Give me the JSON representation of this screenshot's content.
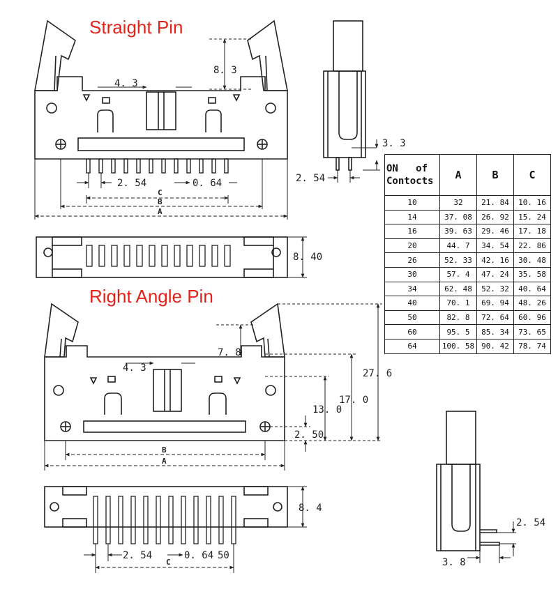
{
  "titles": {
    "straight": "Straight Pin",
    "right_angle": "Right Angle Pin"
  },
  "straight_dims": {
    "d8_3": "8. 3",
    "d4_3": "4. 3",
    "d2_54": "2. 54",
    "d0_64": "0. 64",
    "c": "C",
    "b": "B",
    "a": "A",
    "d8_40": "8. 40"
  },
  "straight_side": {
    "d3_3": "3. 3",
    "d2_54": "2. 54"
  },
  "right_dims": {
    "d7_8": "7. 8",
    "d4_3": "4. 3",
    "d27_6": "27. 6",
    "d17_0": "17. 0",
    "d13_0": "13. 0",
    "d2_50": "2. 50",
    "b": "B",
    "a": "A",
    "d8_4": "8. 4",
    "d2_54": "2. 54",
    "d0_64": "0. 64",
    "d50": "50",
    "c": "C"
  },
  "right_side": {
    "d2_54": "2. 54",
    "d3_8": "3. 8"
  },
  "table": {
    "header": {
      "col0_line1": "ON   of",
      "col0_line2": "Contocts",
      "a": "A",
      "b": "B",
      "c": "C"
    },
    "rows": [
      [
        "10",
        "32",
        "21. 84",
        "10. 16"
      ],
      [
        "14",
        "37. 08",
        "26. 92",
        "15. 24"
      ],
      [
        "16",
        "39. 63",
        "29. 46",
        "17. 18"
      ],
      [
        "20",
        "44. 7",
        "34. 54",
        "22. 86"
      ],
      [
        "26",
        "52. 33",
        "42. 16",
        "30. 48"
      ],
      [
        "30",
        "57. 4",
        "47. 24",
        "35. 58"
      ],
      [
        "34",
        "62. 48",
        "52. 32",
        "40. 64"
      ],
      [
        "40",
        "70. 1",
        "69. 94",
        "48. 26"
      ],
      [
        "50",
        "82. 8",
        "72. 64",
        "60. 96"
      ],
      [
        "60",
        "95. 5",
        "85. 34",
        "73. 65"
      ],
      [
        "64",
        "100. 58",
        "90. 42",
        "78. 74"
      ]
    ]
  }
}
